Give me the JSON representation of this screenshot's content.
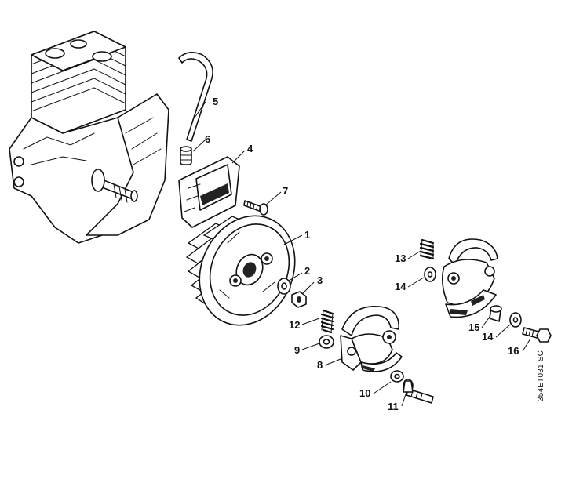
{
  "diagram": {
    "reference_code": "354ET031 SC",
    "callouts": [
      {
        "id": "label-1",
        "text": "1"
      },
      {
        "id": "label-2",
        "text": "2"
      },
      {
        "id": "label-3",
        "text": "3"
      },
      {
        "id": "label-4",
        "text": "4"
      },
      {
        "id": "label-5",
        "text": "5"
      },
      {
        "id": "label-6",
        "text": "6"
      },
      {
        "id": "label-7",
        "text": "7"
      },
      {
        "id": "label-8",
        "text": "8"
      },
      {
        "id": "label-9",
        "text": "9"
      },
      {
        "id": "label-10",
        "text": "10"
      },
      {
        "id": "label-11",
        "text": "11"
      },
      {
        "id": "label-12",
        "text": "12"
      },
      {
        "id": "label-13",
        "text": "13"
      },
      {
        "id": "label-14a",
        "text": "14"
      },
      {
        "id": "label-14b",
        "text": "14"
      },
      {
        "id": "label-15",
        "text": "15"
      },
      {
        "id": "label-16",
        "text": "16"
      }
    ]
  }
}
